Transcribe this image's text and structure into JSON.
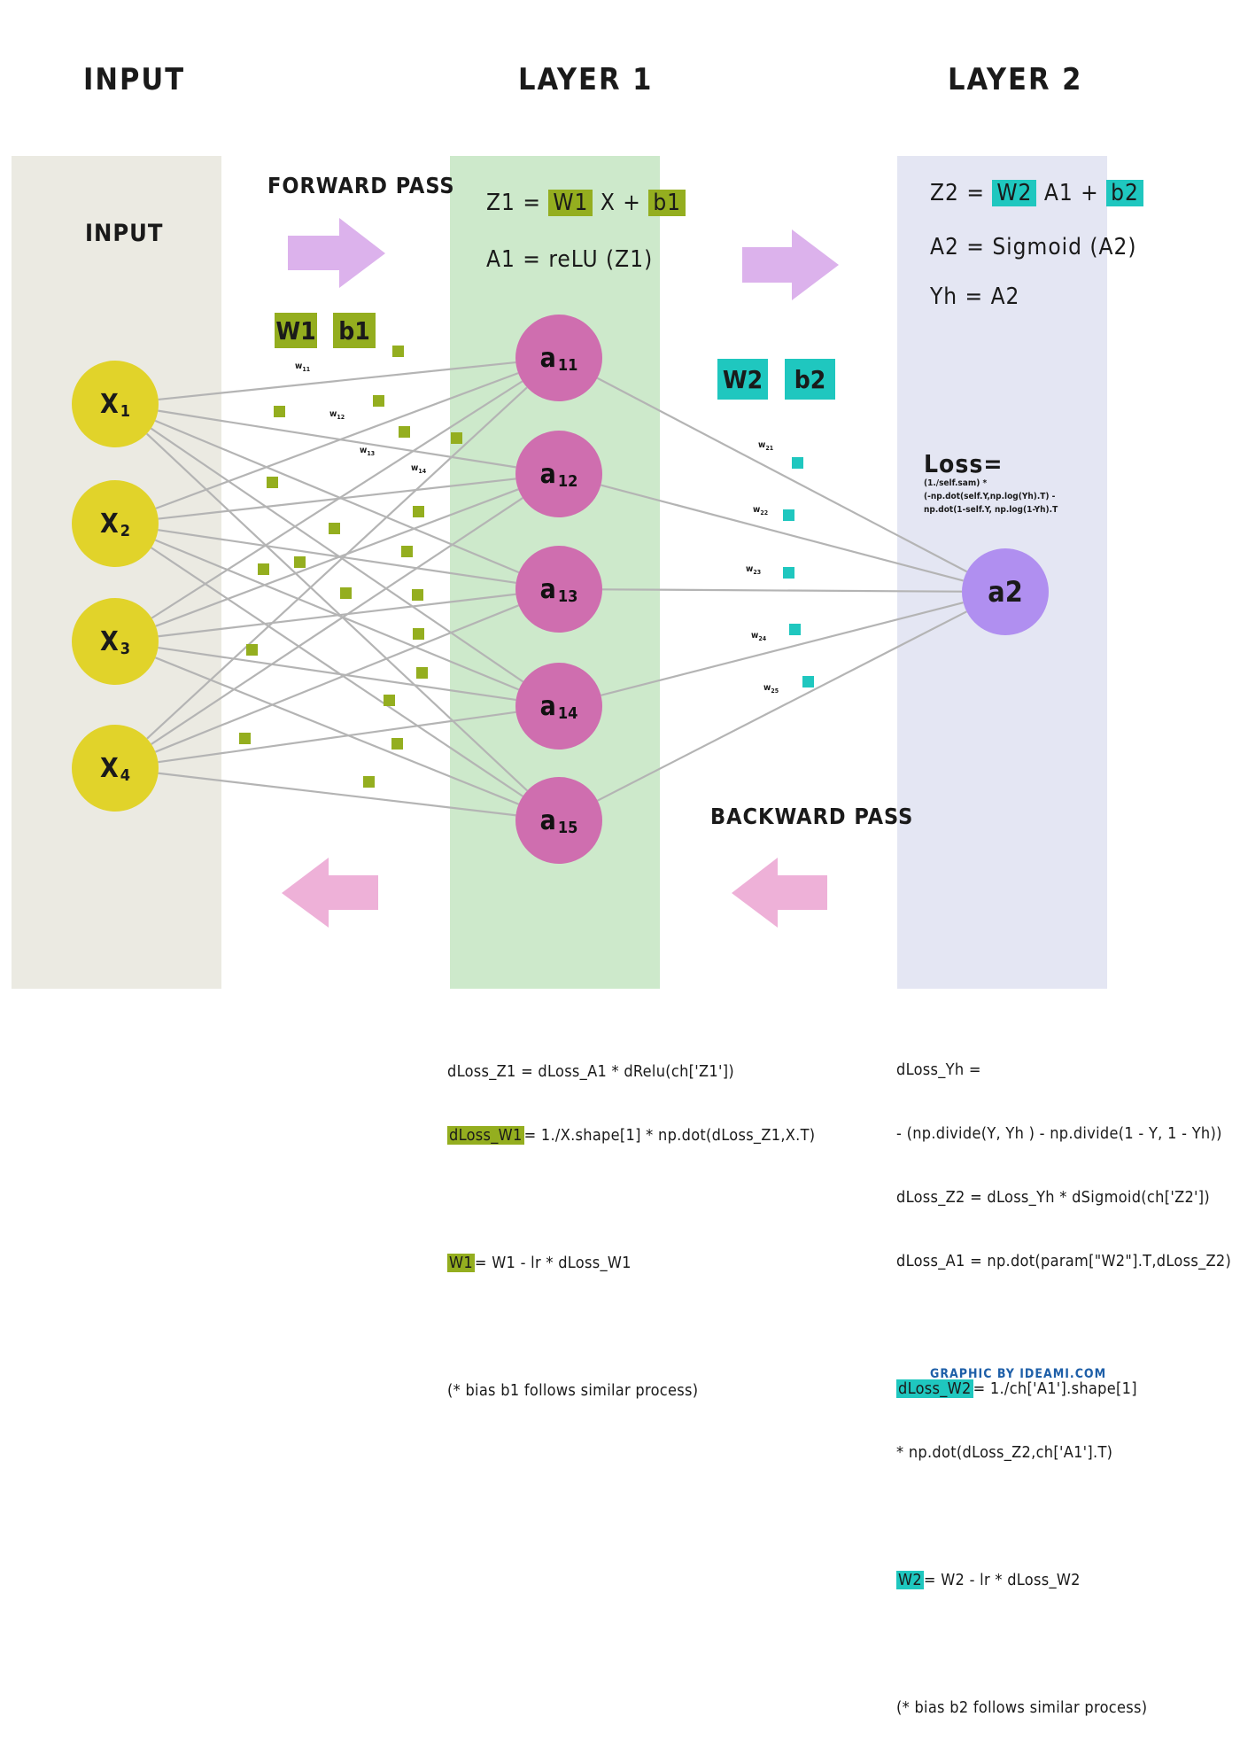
{
  "headers": {
    "input": "INPUT",
    "layer1": "LAYER 1",
    "layer2": "LAYER 2"
  },
  "input_panel_label": "INPUT",
  "forward_pass": "FORWARD PASS",
  "backward_pass": "BACKWARD PASS",
  "layer1_eqs": {
    "z1_a": "Z1 =",
    "z1_w": "W1",
    "z1_b": "X +",
    "z1_c": "b1",
    "a1": "A1 = reLU (Z1)"
  },
  "layer2_eqs": {
    "z2_a": "Z2 =",
    "z2_w": "W2",
    "z2_b": "A1 +",
    "z2_c": "b2",
    "a2": "A2 = Sigmoid (A2)",
    "yh": "Yh = A2"
  },
  "params": {
    "w1": "W1",
    "b1": "b1",
    "w2": "W2",
    "b2": "b2"
  },
  "nodes": {
    "inputs": [
      {
        "base": "X",
        "sub": "1"
      },
      {
        "base": "X",
        "sub": "2"
      },
      {
        "base": "X",
        "sub": "3"
      },
      {
        "base": "X",
        "sub": "4"
      }
    ],
    "hidden": [
      {
        "base": "a",
        "sub": "11"
      },
      {
        "base": "a",
        "sub": "12"
      },
      {
        "base": "a",
        "sub": "13"
      },
      {
        "base": "a",
        "sub": "14"
      },
      {
        "base": "a",
        "sub": "15"
      }
    ],
    "output": "a2"
  },
  "weights1": [
    {
      "base": "w",
      "sub": "11"
    },
    {
      "base": "w",
      "sub": "12"
    },
    {
      "base": "w",
      "sub": "13"
    },
    {
      "base": "w",
      "sub": "14"
    }
  ],
  "weights2": [
    {
      "base": "w",
      "sub": "21"
    },
    {
      "base": "w",
      "sub": "22"
    },
    {
      "base": "w",
      "sub": "23"
    },
    {
      "base": "w",
      "sub": "24"
    },
    {
      "base": "w",
      "sub": "25"
    }
  ],
  "loss": {
    "title": "Loss=",
    "lines": [
      "(1./self.sam) *",
      "(-np.dot(self.Y,np.log(Yh).T) -",
      "np.dot(1-self.Y, np.log(1-Yh).T"
    ]
  },
  "backprop1": {
    "l1": "dLoss_Z1 = dLoss_A1 * dRelu(ch['Z1'])",
    "l2_hl": "dLoss_W1",
    "l2_rest": "= 1./X.shape[1] * np.dot(dLoss_Z1,X.T)",
    "l3_hl": "W1",
    "l3_rest": "= W1 - lr * dLoss_W1",
    "l4": "(* bias b1 follows similar process)"
  },
  "backprop2": {
    "l1": "dLoss_Yh =",
    "l2": "- (np.divide(Y, Yh ) - np.divide(1 - Y, 1 - Yh))",
    "l3": "dLoss_Z2 = dLoss_Yh * dSigmoid(ch['Z2'])",
    "l4": "dLoss_A1 = np.dot(param[\"W2\"].T,dLoss_Z2)",
    "l5_hl": "dLoss_W2",
    "l5_rest": "= 1./ch['A1'].shape[1]",
    "l6": "* np.dot(dLoss_Z2,ch['A1'].T)",
    "l7_hl": "W2",
    "l7_rest": "= W2 - lr * dLoss_W2",
    "l8": "(* bias b2 follows similar process)"
  },
  "credit": "GRAPHIC BY IDEAMI.COM",
  "colors": {
    "input_panel": "#ebeae2",
    "layer1_panel": "#cde9cb",
    "layer2_panel": "#e4e6f3",
    "forward_arrow": "#dcb2ec",
    "backward_arrow": "#eeb1d8",
    "input_node": "#e1d32a",
    "hidden_node": "#cf6eaf",
    "output_node": "#b08ff0",
    "param1": "#94ae1f",
    "param2": "#1fc7bf",
    "edge": "#b4b4b4"
  }
}
